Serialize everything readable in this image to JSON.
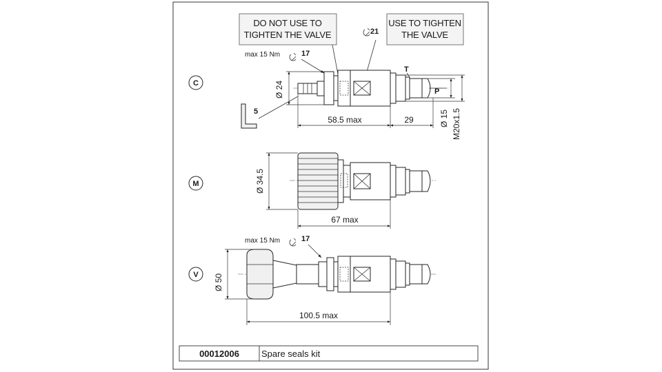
{
  "callouts": {
    "do_not_use_line1": "DO NOT USE TO",
    "do_not_use_line2": "TIGHTEN THE VALVE",
    "use_line1": "USE TO TIGHTEN",
    "use_line2": "THE VALVE"
  },
  "wrench_sizes": {
    "tighten": "21",
    "c_nut": "17",
    "v_nut": "17",
    "hex_key": "5"
  },
  "torque": {
    "c": "max 15 Nm",
    "v": "max 15 Nm"
  },
  "versions": {
    "c": {
      "letter": "C",
      "diameter": "Ø 24",
      "length": "58.5 max",
      "thread_len": "29",
      "port_t": "T",
      "port_p": "P",
      "inner_diameter": "Ø 15",
      "thread": "M20x1.5"
    },
    "m": {
      "letter": "M",
      "diameter": "Ø 34.5",
      "length": "67 max"
    },
    "v": {
      "letter": "V",
      "diameter": "Ø 50",
      "length": "100.5 max"
    }
  },
  "table": {
    "code": "00012006",
    "description": "Spare seals kit"
  },
  "colors": {
    "line": "#222222",
    "frame": "#333333"
  }
}
